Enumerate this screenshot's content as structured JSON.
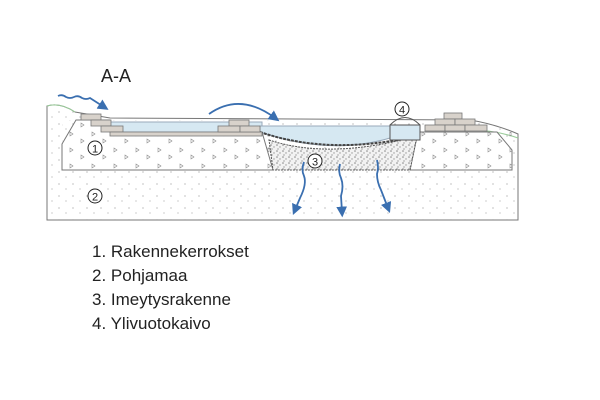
{
  "title": "A-A",
  "markers": [
    "1",
    "2",
    "3",
    "4"
  ],
  "legend": [
    "1. Rakennekerrokset",
    "2. Pohjamaa",
    "3. Imeytysrakenne",
    "4. Ylivuotokaivo"
  ],
  "colors": {
    "water": "#d6e8f2",
    "arrow": "#3a6fb0",
    "brick": "#d8d2cb",
    "fill": "#aaaaaa",
    "ground": "#fafaf8"
  }
}
